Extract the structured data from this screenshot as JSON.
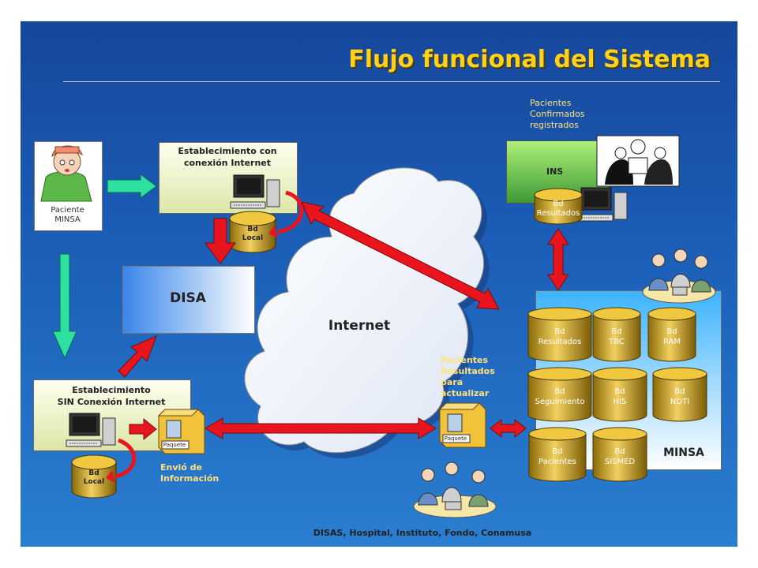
{
  "title": "Flujo funcional del Sistema",
  "patient": {
    "line1": "Paciente",
    "line2": "MINSA"
  },
  "est_connected": {
    "line1": "Establecimiento  con",
    "line2": "conexión Internet",
    "db_line1": "Bd",
    "db_line2": "Local"
  },
  "est_unconnected": {
    "line1": "Establecimiento",
    "line2": "SIN Conexión Internet",
    "db_line1": "Bd",
    "db_line2": "Local"
  },
  "disa": "DISA",
  "internet": "Internet",
  "ins": {
    "label": "INS",
    "db_line1": "Bd",
    "db_line2": "Resultados"
  },
  "confirmed_note": [
    "Pacientes",
    "Confirmados",
    "registrados"
  ],
  "update_note": [
    "Pacientes",
    "Resultados",
    "para",
    "actualizar"
  ],
  "send_note": [
    "Envió de",
    "Información"
  ],
  "package_label": "Paquete",
  "minsa": {
    "label": "MINSA",
    "dbs": [
      {
        "l1": "Bd",
        "l2": "Resultados"
      },
      {
        "l1": "Bd",
        "l2": "TBC"
      },
      {
        "l1": "Bd",
        "l2": "RAM"
      },
      {
        "l1": "Bd",
        "l2": "Seguimiento"
      },
      {
        "l1": "Bd",
        "l2": "HIS"
      },
      {
        "l1": "Bd",
        "l2": "NOTI"
      },
      {
        "l1": "Bd",
        "l2": "Pacientes"
      },
      {
        "l1": "Bd",
        "l2": "SISMED"
      }
    ]
  },
  "footer": "DISAS, Hospital, Instituto, Fondo, Conamusa",
  "colors": {
    "background": "#1c5fb8",
    "title": "#ffd21a",
    "arrow_red": "#e8141e",
    "arrow_green": "#2ee0a0",
    "db_gold": "#d4a017"
  }
}
